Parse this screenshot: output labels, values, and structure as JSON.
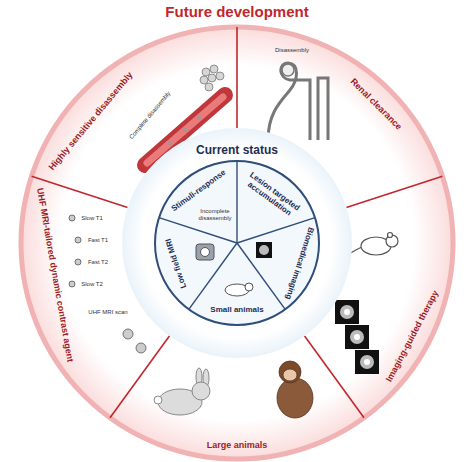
{
  "diagram": {
    "title": "Future development",
    "nodes": [
      {
        "text": [
          "Highly sensitive disassembly"
        ]
      },
      {
        "text": [
          "Renal clearance"
        ]
      },
      {
        "text": [
          "Imaging-guided therapy"
        ]
      },
      {
        "text": [
          "Large animals"
        ]
      },
      {
        "text": [
          "UHF MRI-tailored dynamic contrast agent"
        ]
      },
      {
        "text": [
          "Current status"
        ]
      },
      {
        "text": [
          "Stimuli-response"
        ],
        "in": 5
      },
      {
        "text": [
          "Lesion targeted accumulation"
        ],
        "in": 5
      },
      {
        "text": [
          "Biomedical imaging"
        ],
        "in": 5
      },
      {
        "text": [
          "Small animals"
        ],
        "in": 5
      },
      {
        "text": [
          "Low field MRI"
        ],
        "in": 5
      }
    ],
    "labels": [
      "Complete disassembly",
      "Disassembly",
      "Incomplete disassembly",
      "Slow T1",
      "Fast T1",
      "Fast T2",
      "Slow T2",
      "UHF MRI scan"
    ]
  }
}
